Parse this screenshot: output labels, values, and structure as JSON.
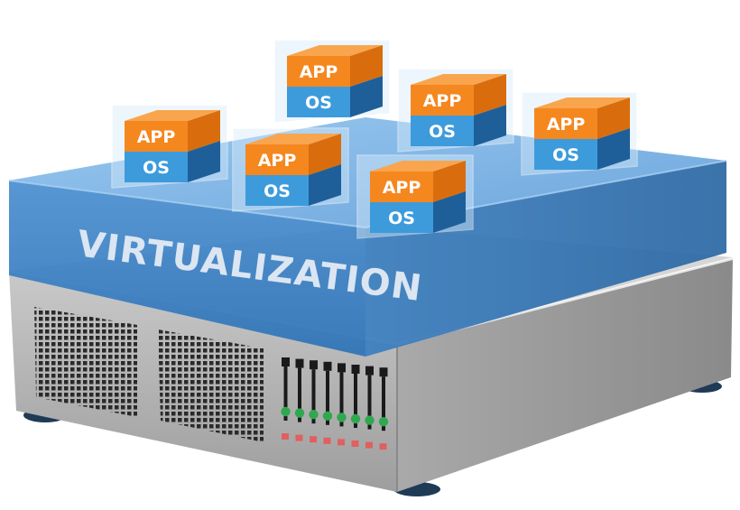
{
  "layer_label": "VIRTUALIZATION",
  "vms": [
    {
      "app": "APP",
      "os": "OS"
    },
    {
      "app": "APP",
      "os": "OS"
    },
    {
      "app": "APP",
      "os": "OS"
    },
    {
      "app": "APP",
      "os": "OS"
    },
    {
      "app": "APP",
      "os": "OS"
    },
    {
      "app": "APP",
      "os": "OS"
    }
  ],
  "colors": {
    "app_orange": "#f5871f",
    "os_blue": "#2e7fc4",
    "virtualization_blue": "#3d86c8",
    "server_gray": "#b5b5b5",
    "led_green": "#2fa84f",
    "led_red": "#e06060"
  }
}
